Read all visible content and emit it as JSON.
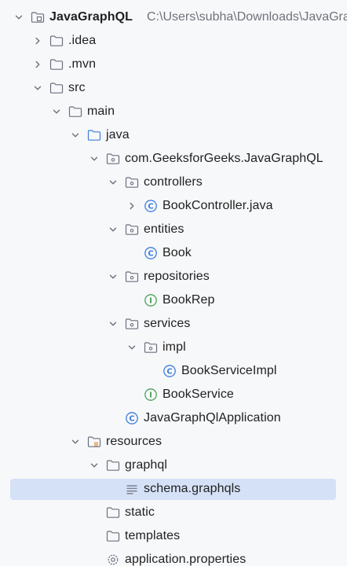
{
  "project": {
    "name": "JavaGraphQL",
    "path": "C:\\Users\\subha\\Downloads\\JavaGraphQL"
  },
  "colors": {
    "selection": "#d5e1f7",
    "class_icon": "#3b7ddb",
    "interface_icon": "#4aa05a",
    "folder_icon": "#6c707e",
    "text": "#1f1f1f",
    "path_text": "#6f737a"
  },
  "tree": [
    {
      "label": "JavaGraphQL",
      "level": 0,
      "expander": "open",
      "icon": "module-folder-icon",
      "bold": true,
      "show_path": true
    },
    {
      "label": ".idea",
      "level": 1,
      "expander": "closed",
      "icon": "folder-icon"
    },
    {
      "label": ".mvn",
      "level": 1,
      "expander": "closed",
      "icon": "folder-icon"
    },
    {
      "label": "src",
      "level": 1,
      "expander": "open",
      "icon": "folder-icon"
    },
    {
      "label": "main",
      "level": 2,
      "expander": "open",
      "icon": "folder-icon"
    },
    {
      "label": "java",
      "level": 3,
      "expander": "open",
      "icon": "source-folder-icon"
    },
    {
      "label": "com.GeeksforGeeks.JavaGraphQL",
      "level": 4,
      "expander": "open",
      "icon": "package-icon"
    },
    {
      "label": "controllers",
      "level": 5,
      "expander": "open",
      "icon": "package-icon"
    },
    {
      "label": "BookController.java",
      "level": 6,
      "expander": "closed",
      "icon": "java-class-icon"
    },
    {
      "label": "entities",
      "level": 5,
      "expander": "open",
      "icon": "package-icon"
    },
    {
      "label": "Book",
      "level": 6,
      "expander": "none",
      "icon": "java-class-icon"
    },
    {
      "label": "repositories",
      "level": 5,
      "expander": "open",
      "icon": "package-icon"
    },
    {
      "label": "BookRep",
      "level": 6,
      "expander": "none",
      "icon": "java-interface-icon"
    },
    {
      "label": "services",
      "level": 5,
      "expander": "open",
      "icon": "package-icon"
    },
    {
      "label": "impl",
      "level": 6,
      "expander": "open",
      "icon": "package-icon"
    },
    {
      "label": "BookServiceImpl",
      "level": 7,
      "expander": "none",
      "icon": "java-class-icon"
    },
    {
      "label": "BookService",
      "level": 6,
      "expander": "none",
      "icon": "java-interface-icon"
    },
    {
      "label": "JavaGraphQlApplication",
      "level": 5,
      "expander": "none",
      "icon": "java-class-icon"
    },
    {
      "label": "resources",
      "level": 3,
      "expander": "open",
      "icon": "resources-folder-icon"
    },
    {
      "label": "graphql",
      "level": 4,
      "expander": "open",
      "icon": "folder-icon"
    },
    {
      "label": "schema.graphqls",
      "level": 5,
      "expander": "none",
      "icon": "text-file-icon",
      "selected": true
    },
    {
      "label": "static",
      "level": 4,
      "expander": "none",
      "icon": "folder-icon"
    },
    {
      "label": "templates",
      "level": 4,
      "expander": "none",
      "icon": "folder-icon"
    },
    {
      "label": "application.properties",
      "level": 4,
      "expander": "none",
      "icon": "settings-file-icon"
    }
  ]
}
